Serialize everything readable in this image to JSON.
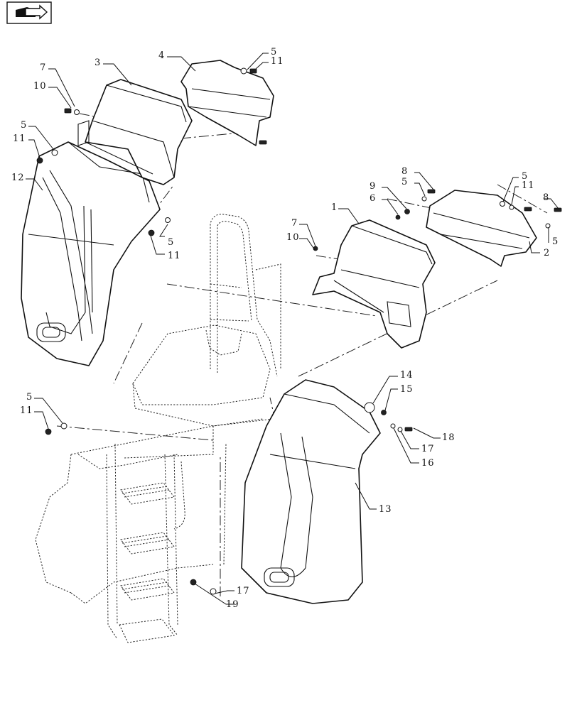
{
  "header": {
    "icon": "book-arrow-icon"
  },
  "callouts": [
    {
      "label": "3"
    },
    {
      "label": "4"
    },
    {
      "label": "5"
    },
    {
      "label": "11"
    },
    {
      "label": "7"
    },
    {
      "label": "10"
    },
    {
      "label": "5"
    },
    {
      "label": "11"
    },
    {
      "label": "12"
    },
    {
      "label": "5"
    },
    {
      "label": "11"
    },
    {
      "label": "8"
    },
    {
      "label": "5"
    },
    {
      "label": "9"
    },
    {
      "label": "6"
    },
    {
      "label": "5"
    },
    {
      "label": "11"
    },
    {
      "label": "8"
    },
    {
      "label": "1"
    },
    {
      "label": "7"
    },
    {
      "label": "10"
    },
    {
      "label": "5"
    },
    {
      "label": "2"
    },
    {
      "label": "14"
    },
    {
      "label": "15"
    },
    {
      "label": "5"
    },
    {
      "label": "11"
    },
    {
      "label": "18"
    },
    {
      "label": "17"
    },
    {
      "label": "16"
    },
    {
      "label": "13"
    },
    {
      "label": "17"
    },
    {
      "label": "19"
    }
  ]
}
